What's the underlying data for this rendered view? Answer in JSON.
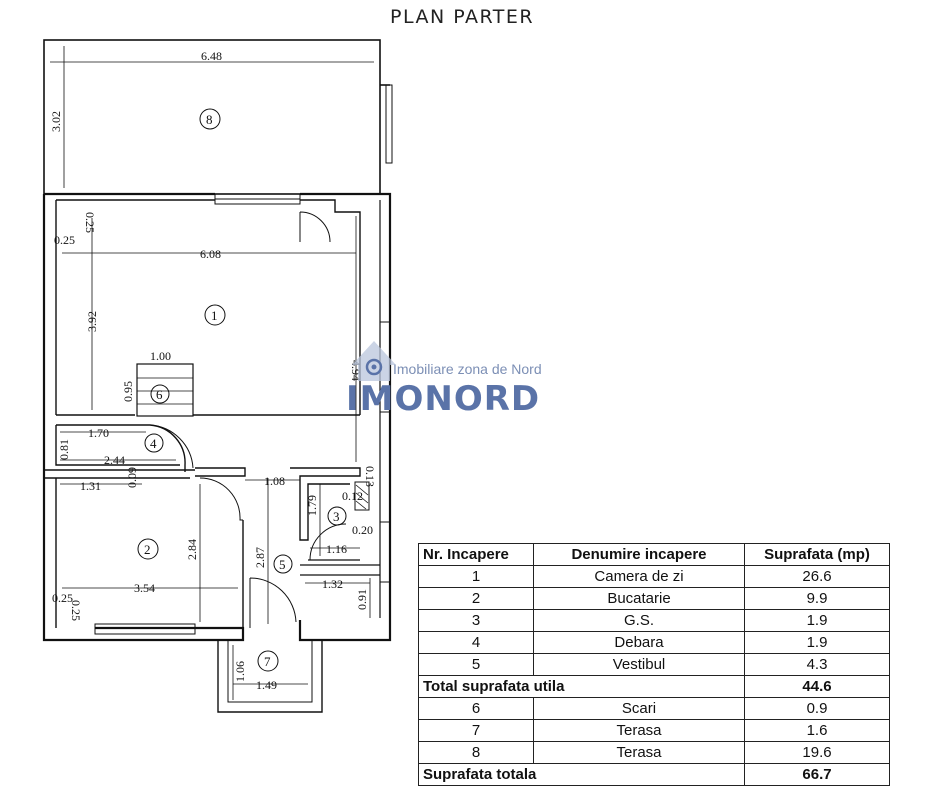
{
  "title": "PLAN PARTER",
  "watermark": {
    "line1": "Imobiliare zona de Nord",
    "brand": "IMONORD",
    "color": "#5a73a8"
  },
  "room_numbers": {
    "r1": "1",
    "r2": "2",
    "r3": "3",
    "r4": "4",
    "r5": "5",
    "r6": "6",
    "r7": "7",
    "r8": "8"
  },
  "dimensions": {
    "terrace_width": "6.48",
    "terrace_depth": "3.02",
    "living_width": "6.08",
    "living_depth": "3.92",
    "living_right": "4.94",
    "corner_a": "0.25",
    "corner_b": "0.25",
    "stair_width": "1.00",
    "stair_depth": "0.95",
    "storage_width": "1.70",
    "storage_depth": "0.81",
    "wall_len": "2.44",
    "wall_thk": "0.09",
    "kitchen_offset": "1.31",
    "kitchen_width": "3.54",
    "kitchen_depth": "2.84",
    "kitchen_corner_a": "0.25",
    "kitchen_corner_b": "0.25",
    "hall_depth": "2.87",
    "hall_width": "1.08",
    "bath_depth": "1.79",
    "bath_width": "1.16",
    "bath_top": "0.13",
    "bath_shaft": "0.12",
    "bath_side": "0.20",
    "entry_width": "1.32",
    "entry_depth": "0.91",
    "porch_width": "1.49",
    "porch_depth": "1.06"
  },
  "table": {
    "headers": [
      "Nr. Incapere",
      "Denumire incapere",
      "Suprafata (mp)"
    ],
    "rows": [
      [
        "1",
        "Camera de zi",
        "26.6"
      ],
      [
        "2",
        "Bucatarie",
        "9.9"
      ],
      [
        "3",
        "G.S.",
        "1.9"
      ],
      [
        "4",
        "Debara",
        "1.9"
      ],
      [
        "5",
        "Vestibul",
        "4.3"
      ]
    ],
    "subtotal_label": "Total suprafata utila",
    "subtotal_value": "44.6",
    "extra_rows": [
      [
        "6",
        "Scari",
        "0.9"
      ],
      [
        "7",
        "Terasa",
        "1.6"
      ],
      [
        "8",
        "Terasa",
        "19.6"
      ]
    ],
    "total_label": "Suprafata totala",
    "total_value": "66.7"
  }
}
